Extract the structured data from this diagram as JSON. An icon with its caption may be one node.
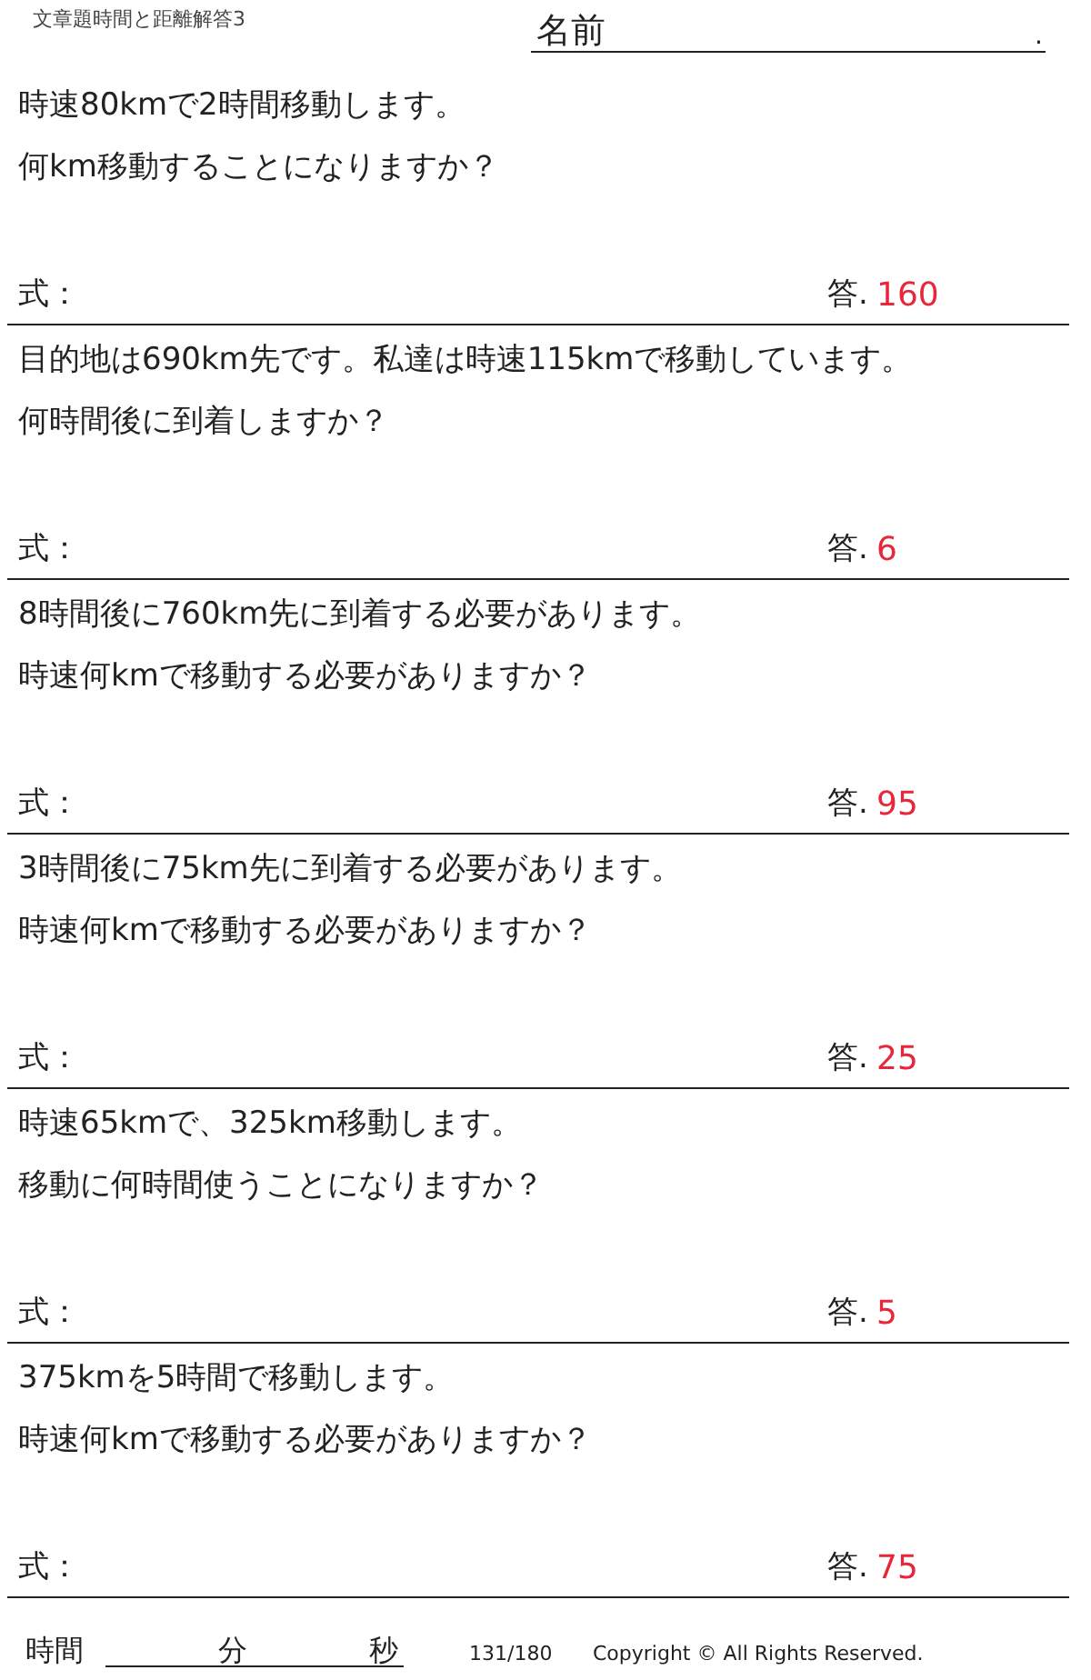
{
  "diagram": {
    "title": "文章題時間と距離解答3",
    "labels": [
      "名前",
      ".",
      "時速80kmで2時間移動します。",
      "何km移動することになりますか？",
      "式：",
      "答.",
      "160",
      "目的地は690km先です。私達は時速115kmで移動しています。",
      "何時間後に到着しますか？",
      "式：",
      "答.",
      "6",
      "8時間後に760km先に到着する必要があります。",
      "時速何kmで移動する必要がありますか？",
      "式：",
      "答.",
      "95",
      "3時間後に75km先に到着する必要があります。",
      "時速何kmで移動する必要がありますか？",
      "式：",
      "答.",
      "25",
      "時速65kmで、325km移動します。",
      "移動に何時間使うことになりますか？",
      "式：",
      "答.",
      "5",
      "375kmを5時間で移動します。",
      "時速何kmで移動する必要がありますか？",
      "式：",
      "答.",
      "75",
      "時間",
      "分",
      "秒",
      "131/180",
      "Copyright © All Rights Reserved."
    ]
  }
}
